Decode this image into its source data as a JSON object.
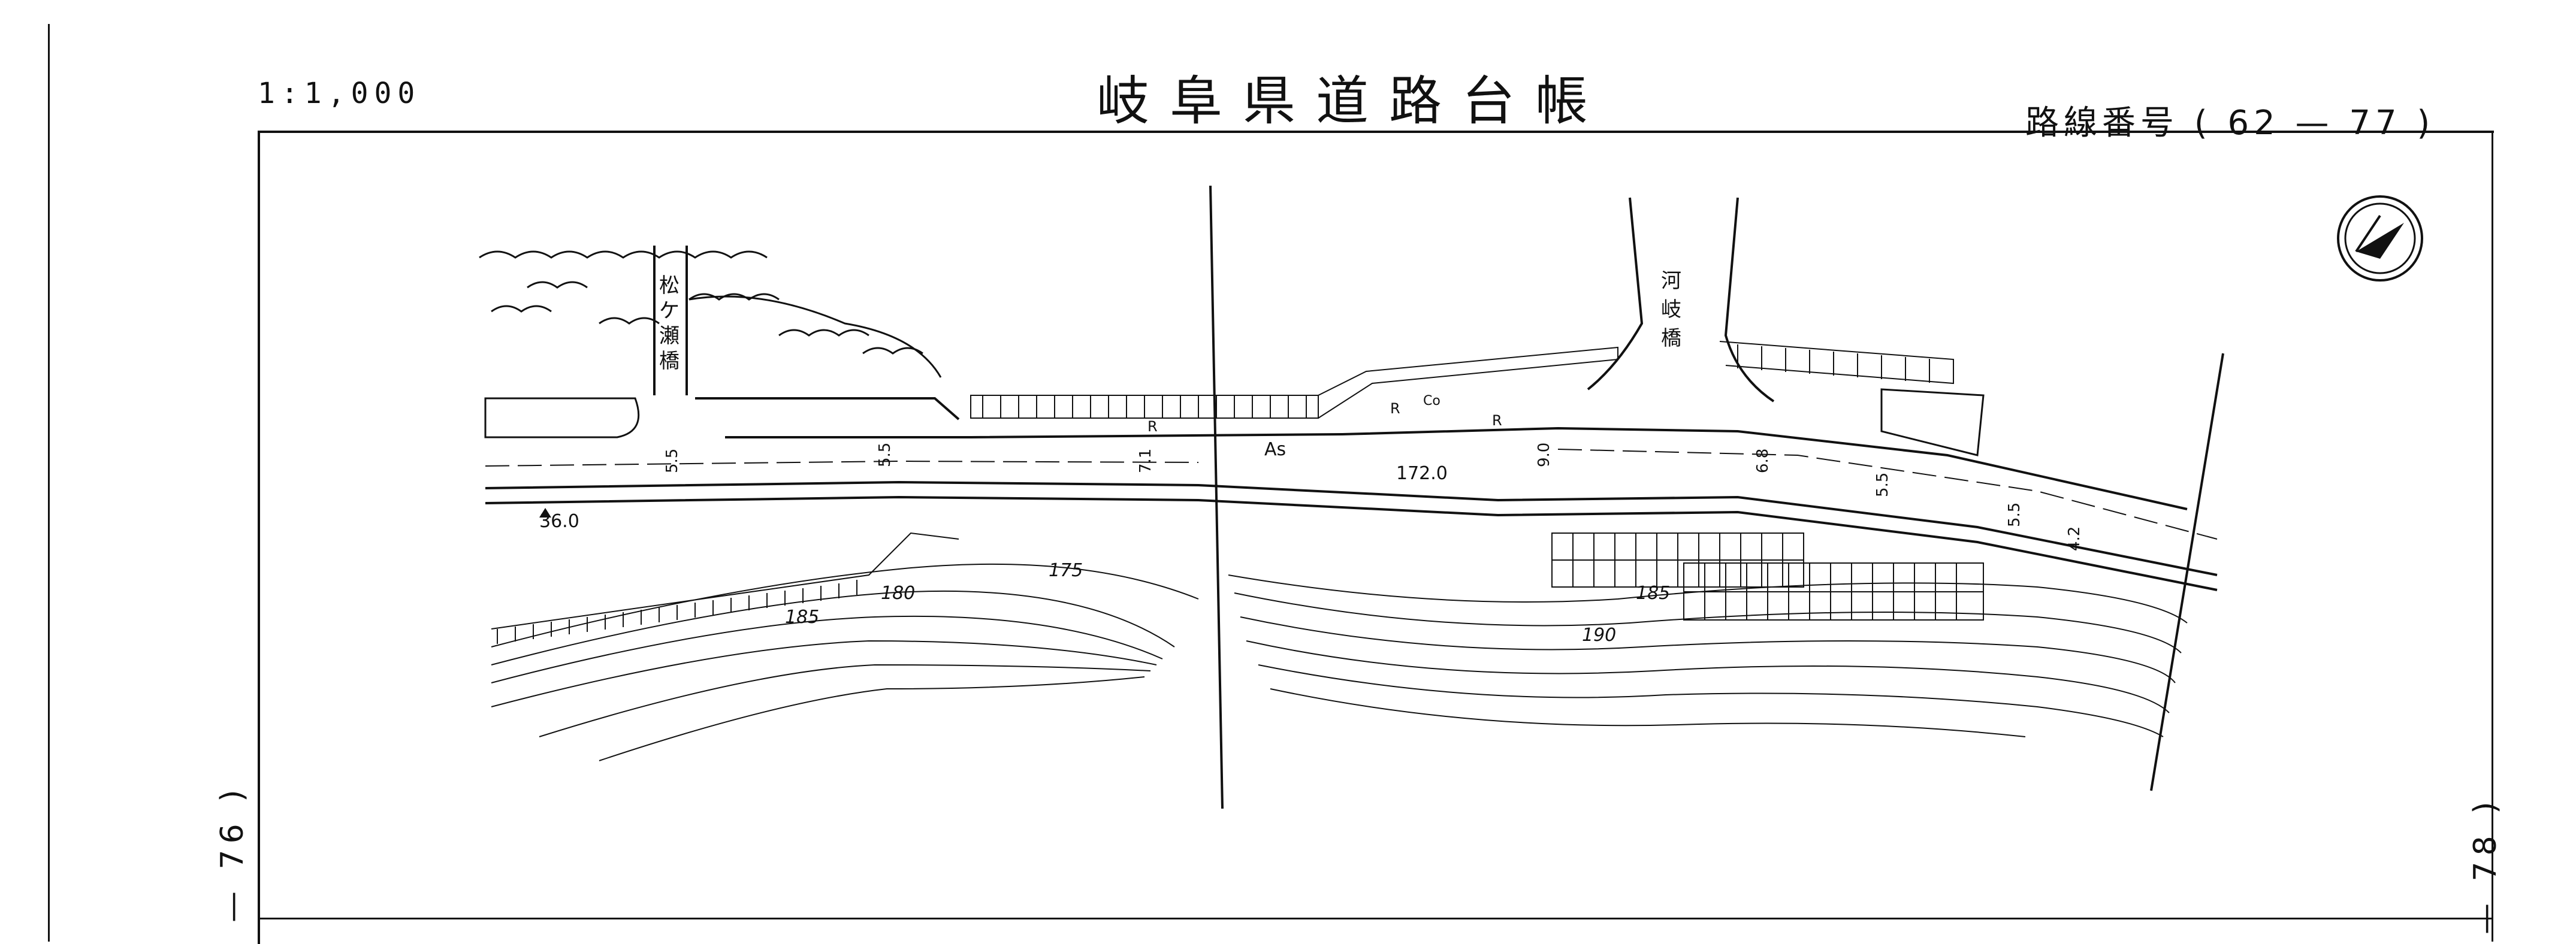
{
  "header": {
    "scale": "1:1,000",
    "title": "岐阜県道路台帳",
    "route_label": "路線番号",
    "route_number": "( 62 — 77 )"
  },
  "edges": {
    "left_sheet": "— 76 )",
    "right_sheet": "— 78 )"
  },
  "map_labels": {
    "bridge_left": [
      "松",
      "ケ",
      "瀬",
      "橋"
    ],
    "bridge_right": [
      "河",
      "岐",
      "橋"
    ],
    "elevation_road": "172.0",
    "elevation_benchmark": "36.0",
    "surface": "As",
    "marker_r": "R",
    "marker_co": "Co",
    "contours": [
      "175",
      "180",
      "185",
      "185",
      "190"
    ],
    "widths": [
      "5.5",
      "5.5",
      "7.1",
      "9.0",
      "6.8",
      "5.5",
      "5.5",
      "4.2"
    ]
  },
  "icons": {
    "north_arrow": "north-arrow-icon"
  }
}
